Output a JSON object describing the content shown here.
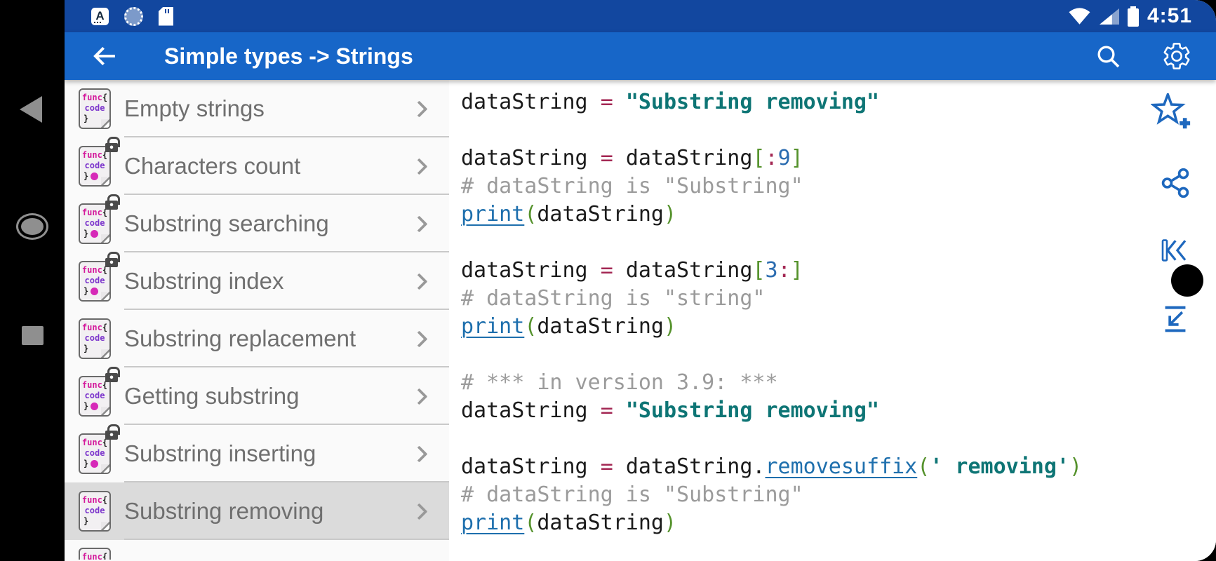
{
  "status_bar": {
    "time": "4:51",
    "app_badge_letter": "A"
  },
  "app_bar": {
    "title": "Simple types -> Strings"
  },
  "sidebar": {
    "icon_text": {
      "func": "func",
      "open_brace": "{",
      "code": "code",
      "close_brace": "}"
    },
    "items": [
      {
        "label": "Empty strings",
        "locked": false,
        "dot": false,
        "selected": false,
        "partial": false
      },
      {
        "label": "Characters count",
        "locked": true,
        "dot": true,
        "selected": false,
        "partial": false
      },
      {
        "label": "Substring searching",
        "locked": true,
        "dot": true,
        "selected": false,
        "partial": false
      },
      {
        "label": "Substring index",
        "locked": true,
        "dot": true,
        "selected": false,
        "partial": false
      },
      {
        "label": "Substring replacement",
        "locked": false,
        "dot": false,
        "selected": false,
        "partial": false
      },
      {
        "label": "Getting substring",
        "locked": true,
        "dot": true,
        "selected": false,
        "partial": false
      },
      {
        "label": "Substring inserting",
        "locked": true,
        "dot": true,
        "selected": false,
        "partial": false
      },
      {
        "label": "Substring removing",
        "locked": false,
        "dot": false,
        "selected": true,
        "partial": false
      },
      {
        "label": "",
        "locked": false,
        "dot": false,
        "selected": false,
        "partial": true
      }
    ]
  },
  "code": {
    "lines": [
      [
        [
          "n",
          "dataString "
        ],
        [
          "o",
          "= "
        ],
        [
          "s",
          "\"Substring removing\""
        ]
      ],
      [],
      [
        [
          "n",
          "dataString "
        ],
        [
          "o",
          "= "
        ],
        [
          "n",
          "dataString"
        ],
        [
          "b",
          "["
        ],
        [
          "o",
          ":"
        ],
        [
          "num",
          "9"
        ],
        [
          "b",
          "]"
        ]
      ],
      [
        [
          "c",
          "# dataString is \"Substring\""
        ]
      ],
      [
        [
          "f",
          "print"
        ],
        [
          "b",
          "("
        ],
        [
          "n",
          "dataString"
        ],
        [
          "b",
          ")"
        ]
      ],
      [],
      [
        [
          "n",
          "dataString "
        ],
        [
          "o",
          "= "
        ],
        [
          "n",
          "dataString"
        ],
        [
          "b",
          "["
        ],
        [
          "num",
          "3"
        ],
        [
          "o",
          ":"
        ],
        [
          "b",
          "]"
        ]
      ],
      [
        [
          "c",
          "# dataString is \"string\""
        ]
      ],
      [
        [
          "f",
          "print"
        ],
        [
          "b",
          "("
        ],
        [
          "n",
          "dataString"
        ],
        [
          "b",
          ")"
        ]
      ],
      [],
      [
        [
          "c",
          "# *** in version 3.9: ***"
        ]
      ],
      [
        [
          "n",
          "dataString "
        ],
        [
          "o",
          "= "
        ],
        [
          "s",
          "\"Substring removing\""
        ]
      ],
      [],
      [
        [
          "n",
          "dataString "
        ],
        [
          "o",
          "= "
        ],
        [
          "n",
          "dataString."
        ],
        [
          "f",
          "removesuffix"
        ],
        [
          "b",
          "("
        ],
        [
          "s",
          "' removing'"
        ],
        [
          "b",
          ")"
        ]
      ],
      [
        [
          "c",
          "# dataString is \"Substring\""
        ]
      ],
      [
        [
          "f",
          "print"
        ],
        [
          "b",
          "("
        ],
        [
          "n",
          "dataString"
        ],
        [
          "b",
          ")"
        ]
      ]
    ]
  },
  "colors": {
    "status_bar_bg": "#12479F",
    "app_bar_bg": "#1766C8",
    "rail_icon_blue": "#1E68BE",
    "selected_item_bg": "#DBDBDB",
    "string_color": "#0E7575",
    "operator_color": "#A32753",
    "bracket_color": "#55922C",
    "number_color": "#2B6CB0",
    "comment_color": "#9B9B9B",
    "link_color": "#1E6FAD",
    "icon_func_color": "#D4199C",
    "icon_code_color": "#7C35CC"
  }
}
